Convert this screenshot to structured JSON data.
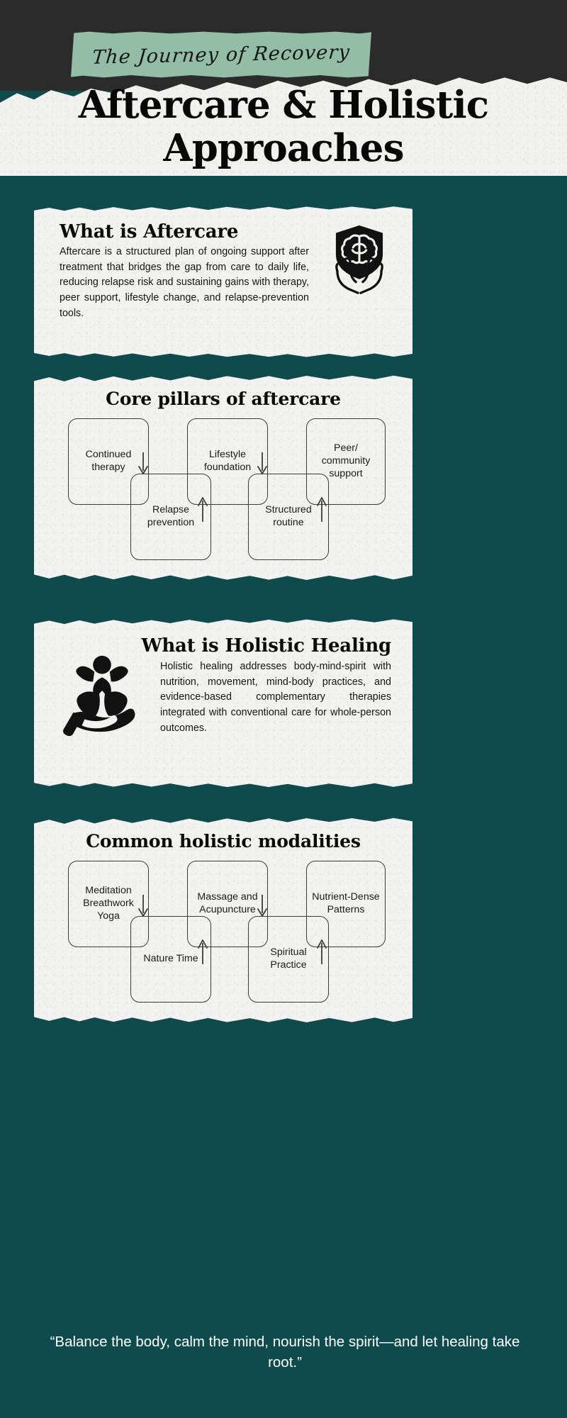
{
  "header": {
    "eyebrow": "The Journey of Recovery",
    "title_line1": "Aftercare & Holistic",
    "title_line2": "Approaches"
  },
  "colors": {
    "dark": "#2b2b2b",
    "teal": "#0f4a4c",
    "sage": "#94bda6",
    "paper": "#f2f2f0",
    "ink": "#0a0a0a"
  },
  "cards": {
    "aftercare": {
      "title": "What is Aftercare",
      "body": "Aftercare is a structured plan of ongoing support after treatment that bridges the gap from care to daily life, reducing relapse risk and sustaining gains with therapy, peer support, lifestyle change, and relapse-prevention tools.",
      "icon": "shield-brain-hands-icon"
    },
    "pillars": {
      "title": "Core pillars of aftercare",
      "nodes": [
        {
          "id": "continued-therapy",
          "label": "Continued therapy"
        },
        {
          "id": "relapse-prevention",
          "label": "Relapse prevention"
        },
        {
          "id": "lifestyle-foundation",
          "label": "Lifestyle foundation"
        },
        {
          "id": "structured-routine",
          "label": "Structured routine"
        },
        {
          "id": "peer-community",
          "label": "Peer/ community support"
        }
      ]
    },
    "holistic": {
      "title": "What is Holistic Healing",
      "body": "Holistic healing addresses body-mind-spirit with nutrition, movement, mind-body practices, and evidence-based complementary therapies integrated with conventional care for whole-person outcomes.",
      "icon": "lotus-person-hand-icon"
    },
    "modalities": {
      "title": "Common holistic modalities",
      "nodes": [
        {
          "id": "meditation",
          "label": "Meditation Breathwork Yoga"
        },
        {
          "id": "nature-time",
          "label": "Nature Time"
        },
        {
          "id": "massage-acupuncture",
          "label": "Massage and Acupuncture"
        },
        {
          "id": "spiritual-practice",
          "label": "Spiritual Practice"
        },
        {
          "id": "nutrient-dense",
          "label": "Nutrient-Dense Patterns"
        }
      ]
    }
  },
  "footer": {
    "quote": "“Balance the body, calm the mind, nourish the spirit—and let healing take root.”"
  }
}
